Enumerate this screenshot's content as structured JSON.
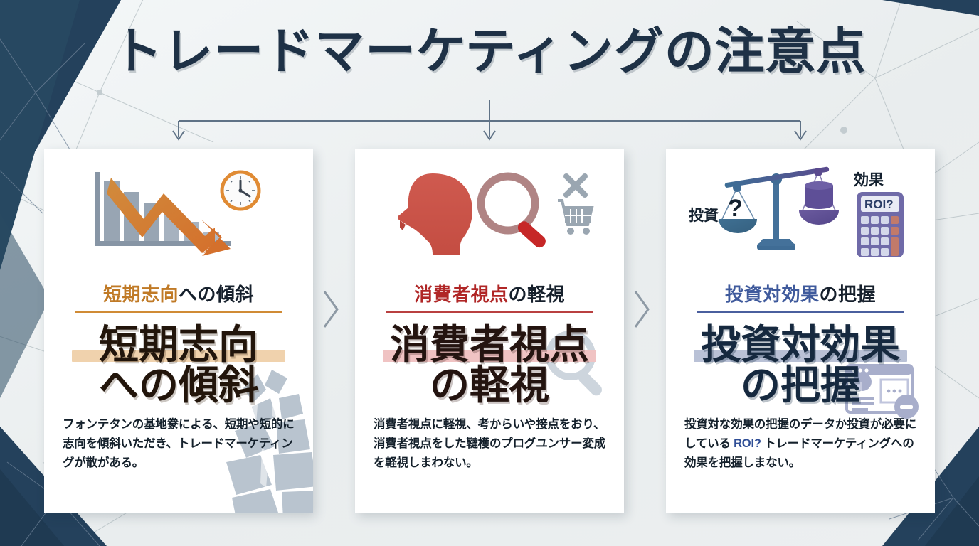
{
  "page": {
    "title": "トレードマーケティングの注意点",
    "accent_navy": "#1e3146",
    "background": "#eef1f2"
  },
  "connector": {
    "name": "three-branch-arrow-connector",
    "arrow_count": 3
  },
  "separators": [
    {
      "icon": "chevron-right-icon"
    },
    {
      "icon": "chevron-right-icon"
    }
  ],
  "cards": [
    {
      "id": "card-short-term-bias",
      "accent": "#c07a26",
      "rule_color": "#d08b35",
      "highlight_color": "#f0d2ad",
      "icon_name": "declining-bar-chart-with-clock-icon",
      "subtitle_accent": "短期志向",
      "subtitle_rest": "への傾斜",
      "headline_line1": "短期志向",
      "headline_line2": "への傾斜",
      "body": "フォンテタンの基地豢による、短期や短的に志向を傾斜いただき、トレードマーケティングが散がある。",
      "decoration": "cracked-rock-icon"
    },
    {
      "id": "card-consumer-view-neglect",
      "accent": "#b02626",
      "rule_color": "#b94040",
      "highlight_color": "#f0c3c3",
      "icon_name": "head-magnifier-cart-icon",
      "subtitle_accent": "消費者視点",
      "subtitle_rest": "の軽視",
      "headline_line1": "消費者視点",
      "headline_line2": "の軽視",
      "body": "消費者視点に軽視、考からいや接点をおり、消費者視点をした韃檴のプログユンサー変成を軽視しまわない。",
      "decoration": "magnifier-icon"
    },
    {
      "id": "card-roi-measurement",
      "accent": "#3f5a9c",
      "rule_color": "#4a5f9e",
      "highlight_color": "#b9c1d6",
      "icon_name": "balance-scale-roi-calculator-icon",
      "icon_label_left": "投資",
      "icon_label_right": "効果",
      "icon_badge": "ROI?",
      "icon_question": "?",
      "subtitle_accent": "投資対効果",
      "subtitle_rest": "の把握",
      "headline_line1": "投資対効果",
      "headline_line2": "の把握",
      "body_part1": "投資対な効果の把握のデータか投資が必要にしている ",
      "body_roi": "ROI?",
      "body_part2": " トレードマーケティングへの効果を把握しまない。",
      "decoration": "dashboard-window-icon"
    }
  ]
}
